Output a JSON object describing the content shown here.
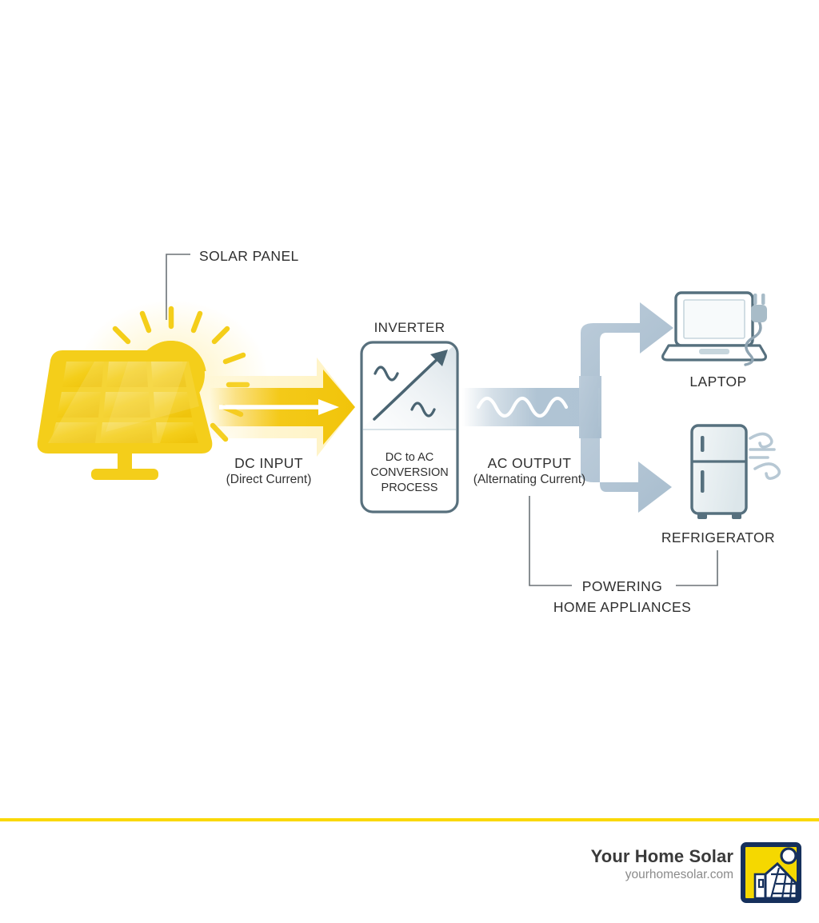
{
  "diagram": {
    "title_hidden": "",
    "nodes": {
      "solar_panel": {
        "callout_label": "SOLAR PANEL",
        "icon": "solar-panel-icon"
      },
      "dc_flow": {
        "label": "DC INPUT",
        "sublabel": "(Direct Current)",
        "icon": "yellow-arrow-right-icon",
        "color": "#F5C518"
      },
      "inverter": {
        "title": "INVERTER",
        "box_line1": "DC to AC",
        "box_line2": "CONVERSION",
        "box_line3": "PROCESS",
        "icon": "dc-to-ac-waveform-icon",
        "border_color": "#58707D"
      },
      "ac_flow": {
        "label": "AC OUTPUT",
        "sublabel": "(Alternating Current)",
        "icon": "ac-sine-wave-icon",
        "color": "#B3C6D5"
      },
      "laptop": {
        "label": "LAPTOP",
        "icon": "laptop-icon"
      },
      "refrigerator": {
        "label": "REFRIGERATOR",
        "icon": "refrigerator-icon"
      },
      "appliances_bracket": {
        "line1": "POWERING",
        "line2": "HOME APPLIANCES"
      }
    }
  },
  "footer": {
    "brand_name": "Your Home Solar",
    "brand_url": "yourhomesolar.com",
    "logo_icon": "house-with-solar-roof-logo",
    "rule_color": "#FAD800",
    "logo_bg": "#F5D800",
    "logo_border": "#16305C"
  }
}
